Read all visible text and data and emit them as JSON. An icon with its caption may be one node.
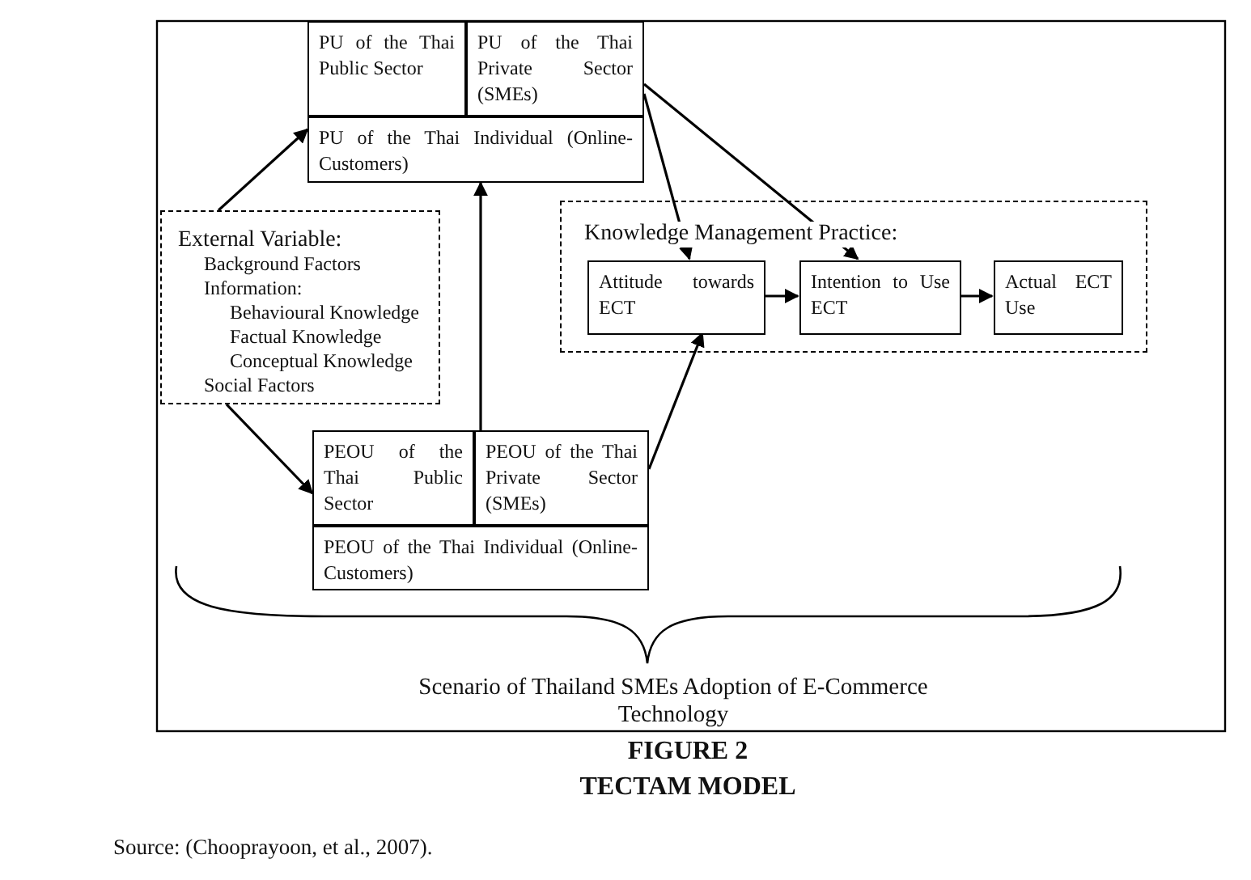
{
  "diagram": {
    "nodes": [
      {
        "text": [
          "PU of the Thai Public Sector"
        ]
      },
      {
        "text": [
          "PU of the Thai Private Sector (SMEs)"
        ]
      },
      {
        "text": [
          "PU of the Thai Individual (Online-Customers)"
        ]
      },
      {
        "text": [
          "External Variable:",
          "Background Factors",
          "Information:",
          "Behavioural Knowledge",
          "Factual Knowledge",
          "Conceptual Knowledge",
          "Social Factors"
        ]
      },
      {
        "text": [
          "Knowledge Management Practice:"
        ]
      },
      {
        "text": [
          "Attitude towards ECT"
        ],
        "in": 4
      },
      {
        "text": [
          "Intention to Use ECT"
        ],
        "in": 4
      },
      {
        "text": [
          "Actual ECT Use"
        ],
        "in": 4
      },
      {
        "text": [
          "PEOU of the Thai Public Sector"
        ]
      },
      {
        "text": [
          "PEOU of the Thai Private Sector (SMEs)"
        ]
      },
      {
        "text": [
          "PEOU of the Thai Individual (Online-Customers)"
        ]
      }
    ],
    "edges": [
      {
        "from": 3,
        "to": 2,
        "arrow": "to"
      },
      {
        "from": 3,
        "to": 8,
        "arrow": "to"
      },
      {
        "from": 9,
        "to": 2,
        "arrow": "to"
      },
      {
        "from": 9,
        "to": 5,
        "arrow": "to"
      },
      {
        "from": 1,
        "to": 5,
        "arrow": "to"
      },
      {
        "from": 1,
        "to": 6,
        "arrow": "to"
      },
      {
        "from": 5,
        "to": 6,
        "arrow": "to"
      },
      {
        "from": 6,
        "to": 7,
        "arrow": "to"
      }
    ],
    "labels": [
      "Scenario of Thailand SMEs Adoption of E-Commerce Technology",
      "FIGURE 2",
      "TECTAM MODEL",
      "Source: (Chooprayoon, et al., 2007)."
    ]
  }
}
